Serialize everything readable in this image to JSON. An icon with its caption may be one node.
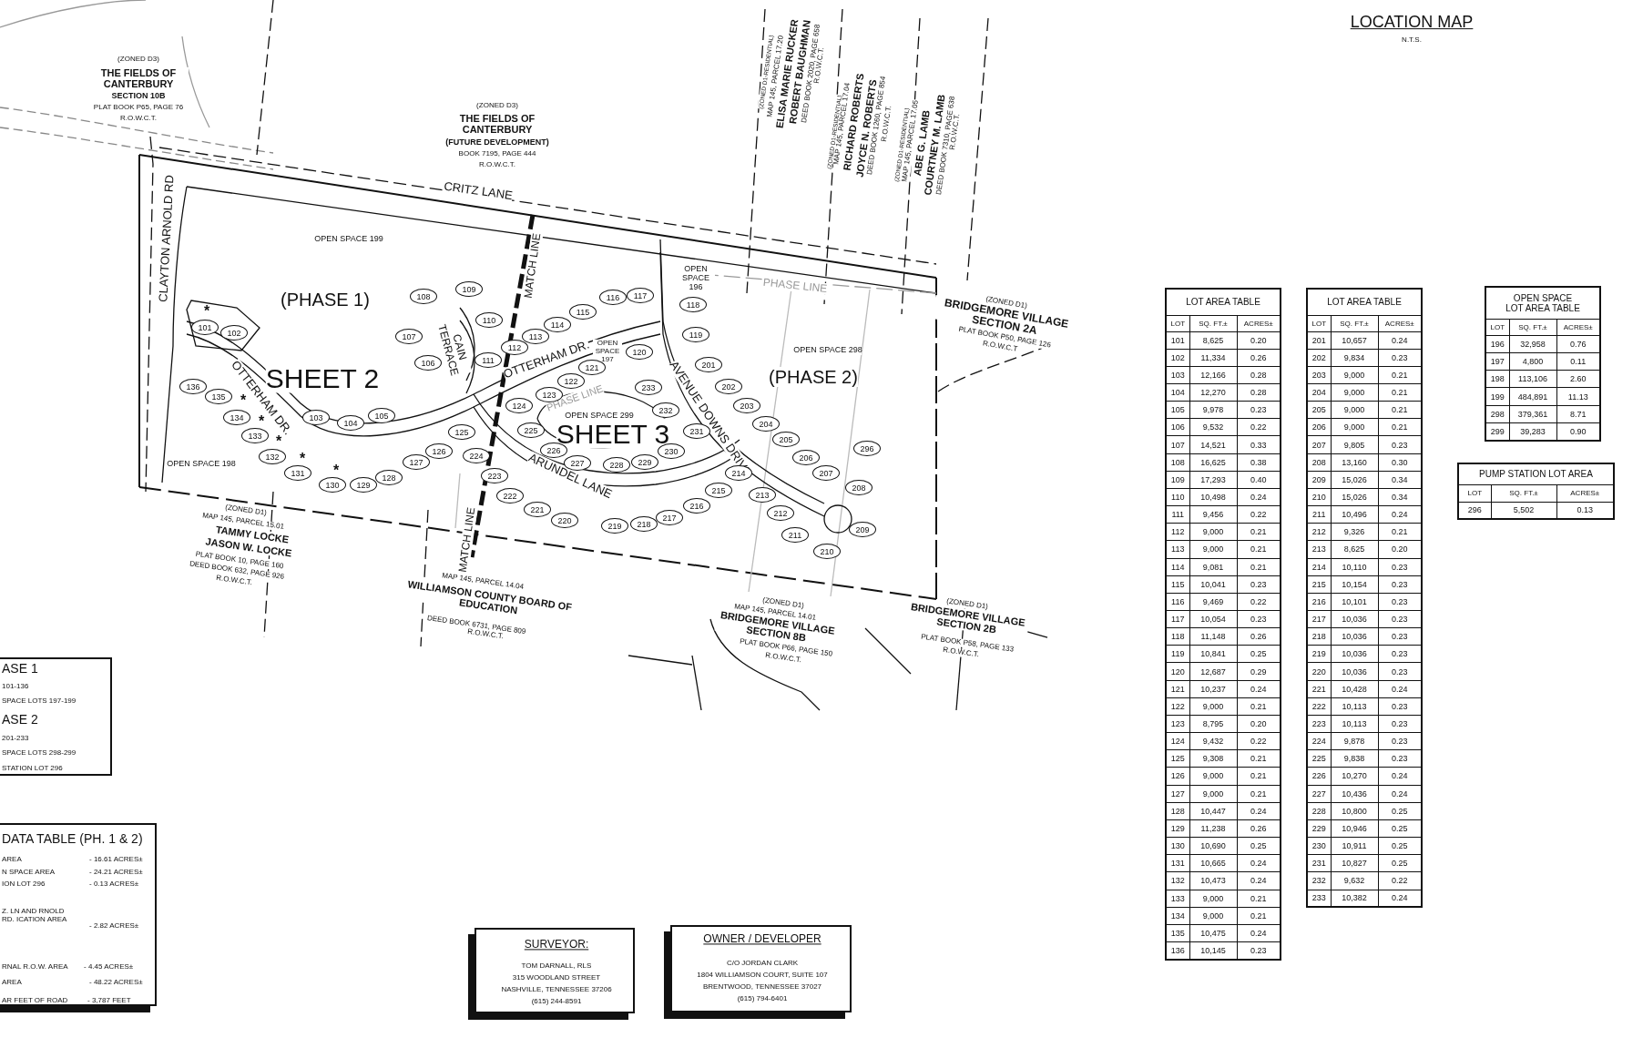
{
  "diagram": {
    "nodes": [
      {
        "text": [
          "ASE 1",
          "101-136",
          "SPACE LOTS 197-199",
          "ASE 2",
          "201-233",
          "SPACE LOTS 298-299",
          "STATION LOT 296"
        ]
      },
      {
        "text": [
          "DATA TABLE (PH. 1 & 2)",
          "AREA",
          "- 16.61 ACRES±",
          "N SPACE AREA",
          "- 24.21 ACRES±",
          "ION LOT 296",
          "- 0.13 ACRES±",
          "Z. LN AND RNOLD RD. ICATION AREA",
          "- 2.82 ACRES±",
          "RNAL R.O.W. AREA",
          "- 4.45 ACRES±",
          "AREA",
          "- 48.22 ACRES±",
          "AR FEET OF ROAD",
          "- 3,787 FEET"
        ]
      },
      {
        "text": [
          "SURVEYOR:",
          "TOM DARNALL, RLS",
          "315 WOODLAND STREET",
          "NASHVILLE, TENNESSEE 37206",
          "(615) 244-8591"
        ]
      },
      {
        "text": [
          "OWNER / DEVELOPER",
          "C/O JORDAN CLARK",
          "1804 WILLIAMSON COURT, SUITE 107",
          "BRENTWOOD, TENNESSEE 37027",
          "(615) 794-6401"
        ]
      },
      {
        "text": [
          "101"
        ]
      },
      {
        "text": [
          "102"
        ]
      },
      {
        "text": [
          "103"
        ]
      },
      {
        "text": [
          "104"
        ]
      },
      {
        "text": [
          "105"
        ]
      },
      {
        "text": [
          "106"
        ]
      },
      {
        "text": [
          "107"
        ]
      },
      {
        "text": [
          "108"
        ]
      },
      {
        "text": [
          "109"
        ]
      },
      {
        "text": [
          "110"
        ]
      },
      {
        "text": [
          "111"
        ]
      },
      {
        "text": [
          "112"
        ]
      },
      {
        "text": [
          "113"
        ]
      },
      {
        "text": [
          "114"
        ]
      },
      {
        "text": [
          "115"
        ]
      },
      {
        "text": [
          "116"
        ]
      },
      {
        "text": [
          "117"
        ]
      },
      {
        "text": [
          "118"
        ]
      },
      {
        "text": [
          "119"
        ]
      },
      {
        "text": [
          "120"
        ]
      },
      {
        "text": [
          "121"
        ]
      },
      {
        "text": [
          "122"
        ]
      },
      {
        "text": [
          "123"
        ]
      },
      {
        "text": [
          "124"
        ]
      },
      {
        "text": [
          "125"
        ]
      },
      {
        "text": [
          "126"
        ]
      },
      {
        "text": [
          "127"
        ]
      },
      {
        "text": [
          "128"
        ]
      },
      {
        "text": [
          "129"
        ]
      },
      {
        "text": [
          "130"
        ]
      },
      {
        "text": [
          "131"
        ]
      },
      {
        "text": [
          "132"
        ]
      },
      {
        "text": [
          "133"
        ]
      },
      {
        "text": [
          "134"
        ]
      },
      {
        "text": [
          "135"
        ]
      },
      {
        "text": [
          "136"
        ]
      },
      {
        "text": [
          "201"
        ]
      },
      {
        "text": [
          "202"
        ]
      },
      {
        "text": [
          "203"
        ]
      },
      {
        "text": [
          "204"
        ]
      },
      {
        "text": [
          "205"
        ]
      },
      {
        "text": [
          "206"
        ]
      },
      {
        "text": [
          "207"
        ]
      },
      {
        "text": [
          "208"
        ]
      },
      {
        "text": [
          "209"
        ]
      },
      {
        "text": [
          "210"
        ]
      },
      {
        "text": [
          "211"
        ]
      },
      {
        "text": [
          "212"
        ]
      },
      {
        "text": [
          "213"
        ]
      },
      {
        "text": [
          "214"
        ]
      },
      {
        "text": [
          "215"
        ]
      },
      {
        "text": [
          "216"
        ]
      },
      {
        "text": [
          "217"
        ]
      },
      {
        "text": [
          "218"
        ]
      },
      {
        "text": [
          "219"
        ]
      },
      {
        "text": [
          "220"
        ]
      },
      {
        "text": [
          "221"
        ]
      },
      {
        "text": [
          "222"
        ]
      },
      {
        "text": [
          "223"
        ]
      },
      {
        "text": [
          "224"
        ]
      },
      {
        "text": [
          "225"
        ]
      },
      {
        "text": [
          "226"
        ]
      },
      {
        "text": [
          "227"
        ]
      },
      {
        "text": [
          "228"
        ]
      },
      {
        "text": [
          "229"
        ]
      },
      {
        "text": [
          "230"
        ]
      },
      {
        "text": [
          "231"
        ]
      },
      {
        "text": [
          "232"
        ]
      },
      {
        "text": [
          "233"
        ]
      },
      {
        "text": [
          "296"
        ]
      }
    ],
    "labels": [
      "(ZONED D3)",
      "THE FIELDS OF CANTERBURY",
      "SECTION 10B",
      "PLAT BOOK P65, PAGE 76",
      "R.O.W.C.T.",
      "(ZONED D3)",
      "THE FIELDS OF CANTERBURY",
      "(FUTURE DEVELOPMENT)",
      "BOOK 7195, PAGE 444",
      "R.O.W.C.T.",
      "(ZONED D1-RESIDENTIAL)",
      "MAP 145, PARCEL 17.20",
      "ELISA MARIE RUCKER",
      "ROBERT BAUGHMAN",
      "DEED BOOK 2020, PAGE 658",
      "R.O.W.C.T.",
      "(ZONED D1-RESIDENTIAL)",
      "MAP 145, PARCEL 17.04",
      "RICHARD ROBERTS",
      "JOYCE N. ROBERTS",
      "DEED BOOK 1260, PAGE 854",
      "R.O.W.C.T.",
      "(ZONED D1-RESIDENTIAL)",
      "MAP 145, PARCEL 17.05",
      "ABE G. LAMB",
      "COURTNEY M. LAMB",
      "DEED BOOK 7310, PAGE 638",
      "R.O.W.C.T.",
      "CRITZ LANE",
      "CLAYTON ARNOLD RD",
      "OPEN SPACE 199",
      "MATCH LINE",
      "OPEN SPACE 196",
      "PHASE LINE",
      "(PHASE 1)",
      "(ZONED D1)",
      "BRIDGEMORE VILLAGE SECTION 2A",
      "PLAT BOOK P50, PAGE 126",
      "R.O.W.C.T",
      "OPEN SPACE 298",
      "CAIN TERRACE",
      "OTTERHAM DR.",
      "OPEN SPACE 197",
      "SHEET 2",
      "(PHASE 2)",
      "OTTERHAM DR.",
      "PHASE LINE",
      "OPEN SPACE 299",
      "SHEET 3",
      "AVENUE DOWNS DRIVE",
      "OPEN SPACE 198",
      "ARUNDEL LANE",
      "MATCH LINE",
      "(ZONED D1)",
      "MAP 145, PARCEL 15.01",
      "TAMMY LOCKE",
      "JASON W. LOCKE",
      "PLAT BOOK 10, PAGE 160",
      "DEED BOOK 632, PAGE 926",
      "R.O.W.C.T.",
      "MAP 145, PARCEL 14.04",
      "WILLIAMSON COUNTY BOARD OF EDUCATION",
      "DEED BOOK 6731, PAGE 809",
      "R.O.W.C.T.",
      "(ZONED D1)",
      "MAP 145, PARCEL 14.01",
      "BRIDGEMORE VILLAGE SECTION 8B",
      "PLAT BOOK P66, PAGE 150",
      "R.O.W.C.T.",
      "(ZONED D1)",
      "BRIDGEMORE VILLAGE SECTION 2B",
      "PLAT BOOK P58, PAGE 133",
      "R.O.W.C.T.",
      "*",
      "*",
      "*",
      "*",
      "*",
      "*",
      "LOCATION MAP",
      "N.T.S.",
      "LOT AREA TABLE",
      "LOT",
      "SQ. FT.±",
      "ACRES±",
      "101",
      "8,625",
      "0.20",
      "102",
      "11,334",
      "0.26",
      "103",
      "12,166",
      "0.28",
      "104",
      "12,270",
      "0.28",
      "105",
      "9,978",
      "0.23",
      "106",
      "9,532",
      "0.22",
      "107",
      "14,521",
      "0.33",
      "108",
      "16,625",
      "0.38",
      "109",
      "17,293",
      "0.40",
      "110",
      "10,498",
      "0.24",
      "111",
      "9,456",
      "0.22",
      "112",
      "9,000",
      "0.21",
      "113",
      "9,000",
      "0.21",
      "114",
      "9,081",
      "0.21",
      "115",
      "10,041",
      "0.23",
      "116",
      "9,469",
      "0.22",
      "117",
      "10,054",
      "0.23",
      "118",
      "11,148",
      "0.26",
      "119",
      "10,841",
      "0.25",
      "120",
      "12,687",
      "0.29",
      "121",
      "10,237",
      "0.24",
      "122",
      "9,000",
      "0.21",
      "123",
      "8,795",
      "0.20",
      "124",
      "9,432",
      "0.22",
      "125",
      "9,308",
      "0.21",
      "126",
      "9,000",
      "0.21",
      "127",
      "9,000",
      "0.21",
      "128",
      "10,447",
      "0.24",
      "129",
      "11,238",
      "0.26",
      "130",
      "10,690",
      "0.25",
      "131",
      "10,665",
      "0.24",
      "132",
      "10,473",
      "0.24",
      "133",
      "9,000",
      "0.21",
      "134",
      "9,000",
      "0.21",
      "135",
      "10,475",
      "0.24",
      "136",
      "10,145",
      "0.23",
      "LOT AREA TABLE",
      "LOT",
      "SQ. FT.±",
      "ACRES±",
      "201",
      "10,657",
      "0.24",
      "202",
      "9,834",
      "0.23",
      "203",
      "9,000",
      "0.21",
      "204",
      "9,000",
      "0.21",
      "205",
      "9,000",
      "0.21",
      "206",
      "9,000",
      "0.21",
      "207",
      "9,805",
      "0.23",
      "208",
      "13,160",
      "0.30",
      "209",
      "15,026",
      "0.34",
      "210",
      "15,026",
      "0.34",
      "211",
      "10,496",
      "0.24",
      "212",
      "9,326",
      "0.21",
      "213",
      "8,625",
      "0.20",
      "214",
      "10,110",
      "0.23",
      "215",
      "10,154",
      "0.23",
      "216",
      "10,101",
      "0.23",
      "217",
      "10,036",
      "0.23",
      "218",
      "10,036",
      "0.23",
      "219",
      "10,036",
      "0.23",
      "220",
      "10,036",
      "0.23",
      "221",
      "10,428",
      "0.24",
      "222",
      "10,113",
      "0.23",
      "223",
      "10,113",
      "0.23",
      "224",
      "9,878",
      "0.23",
      "225",
      "9,838",
      "0.23",
      "226",
      "10,270",
      "0.24",
      "227",
      "10,436",
      "0.24",
      "228",
      "10,800",
      "0.25",
      "229",
      "10,946",
      "0.25",
      "230",
      "10,911",
      "0.25",
      "231",
      "10,827",
      "0.25",
      "232",
      "9,632",
      "0.22",
      "233",
      "10,382",
      "0.24",
      "OPEN SPACE LOT AREA TABLE",
      "LOT",
      "SQ. FT.±",
      "ACRES±",
      "196",
      "32,958",
      "0.76",
      "197",
      "4,800",
      "0.11",
      "198",
      "113,106",
      "2.60",
      "199",
      "484,891",
      "11.13",
      "298",
      "379,361",
      "8.71",
      "299",
      "39,283",
      "0.90",
      "PUMP STATION LOT AREA",
      "LOT",
      "SQ. FT.±",
      "ACRES±",
      "296",
      "5,502",
      "0.13"
    ]
  }
}
